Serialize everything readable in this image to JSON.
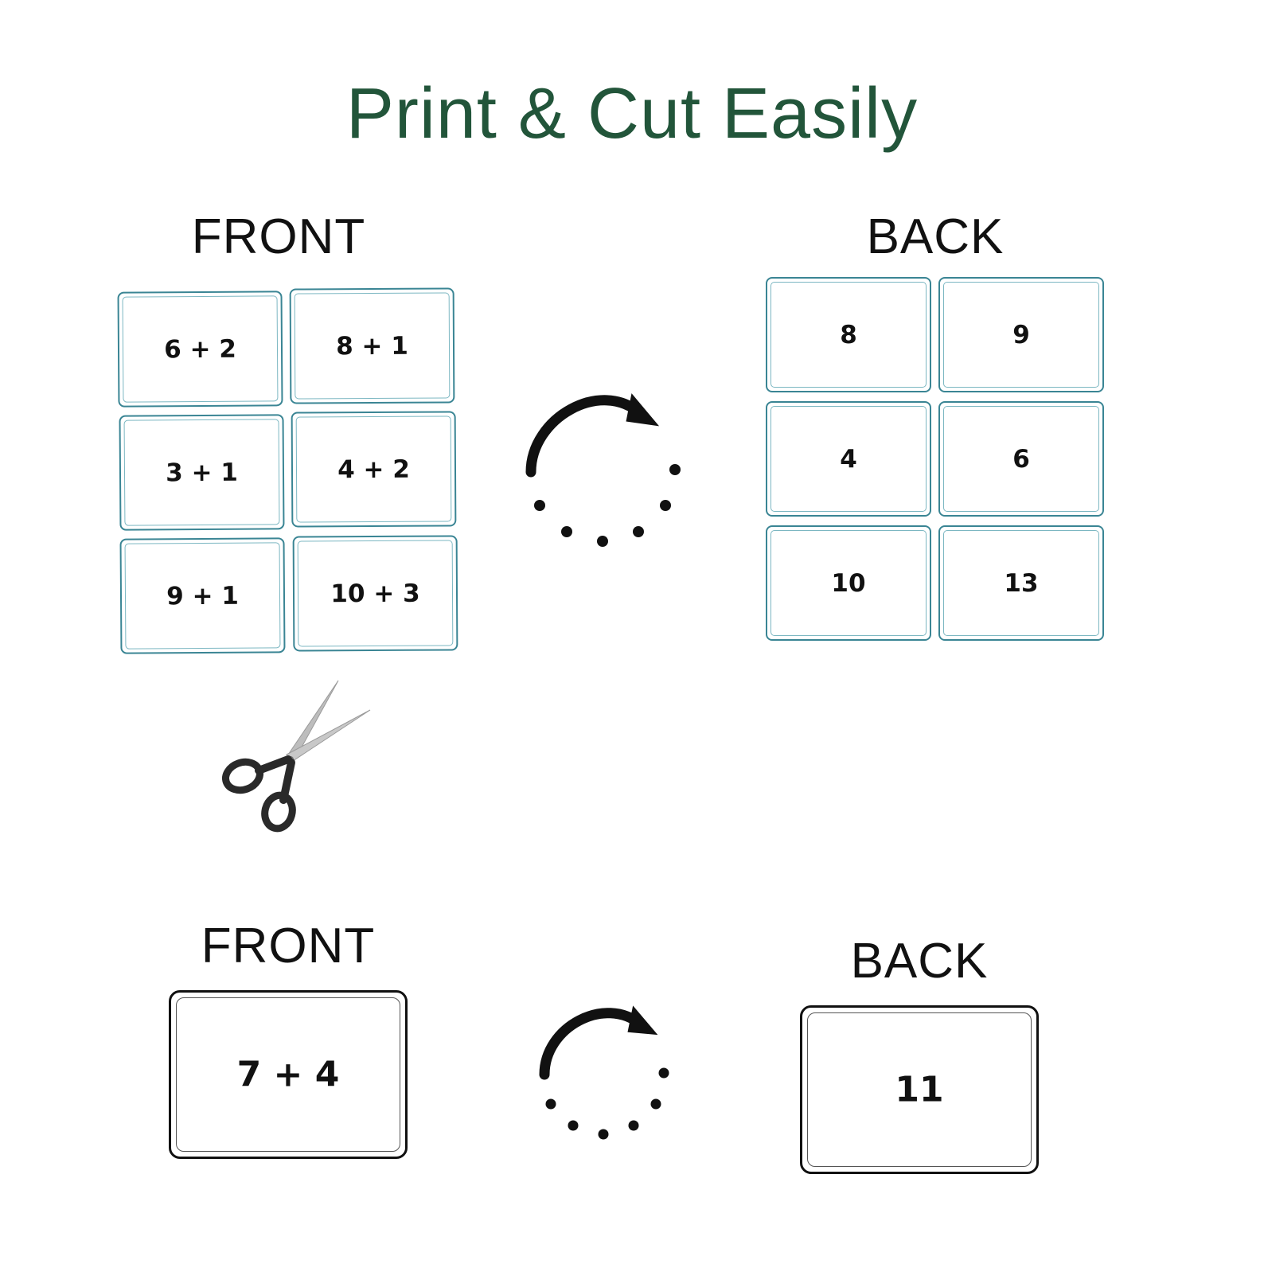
{
  "title": "Print & Cut Easily",
  "top_section": {
    "front_label": "FRONT",
    "back_label": "BACK",
    "front_cards": [
      "6 + 2",
      "8 + 1",
      "3 + 1",
      "4 + 2",
      "9 + 1",
      "10 + 3"
    ],
    "back_cards": [
      "8",
      "9",
      "4",
      "6",
      "10",
      "13"
    ]
  },
  "bottom_section": {
    "front_label": "FRONT",
    "back_label": "BACK",
    "front_card": "7 + 4",
    "back_card": "11"
  },
  "icons": {
    "flip_arrow_top": "flip-arrow-icon",
    "flip_arrow_bottom": "flip-arrow-icon",
    "scissors": "scissors-icon"
  },
  "colors": {
    "title": "#22553a",
    "card_border": "#3a8594"
  }
}
